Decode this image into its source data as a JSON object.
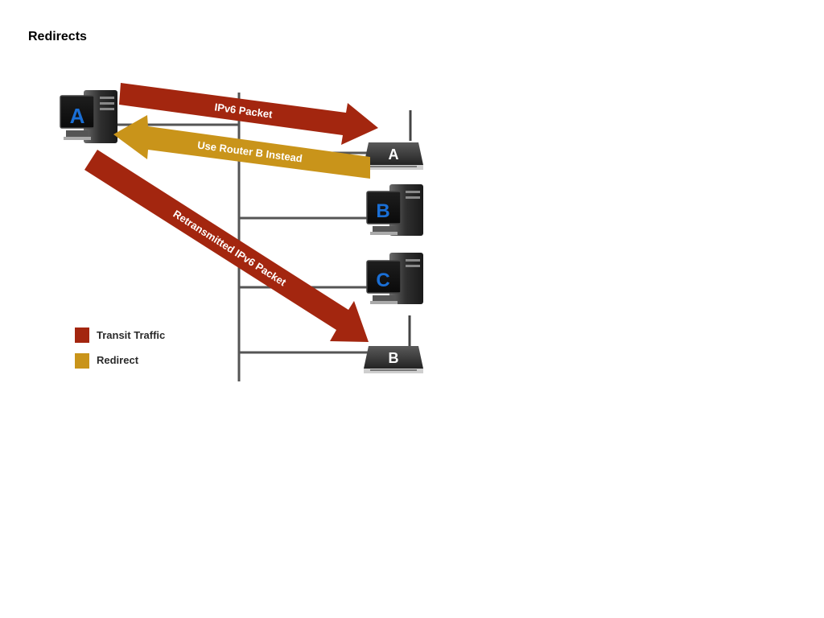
{
  "slide": {
    "title": "Redirects"
  },
  "hosts": {
    "source_label": "A",
    "host_b_label": "B",
    "host_c_label": "C"
  },
  "routers": {
    "router_a_label": "A",
    "router_b_label": "B"
  },
  "arrows": {
    "ipv6_packet": "IPv6 Packet",
    "redirect": "Use Router B Instead",
    "retransmitted": "Retransmitted IPv6 Packet"
  },
  "legend": {
    "items": [
      {
        "label": "Transit Traffic",
        "color": "#a3260f"
      },
      {
        "label": "Redirect",
        "color": "#c9941a"
      }
    ]
  },
  "colors": {
    "transit": "#a3260f",
    "redirect": "#c9941a",
    "line": "#555555",
    "host_label": "#1a6fd6",
    "router_body": "#3a3a3a"
  }
}
